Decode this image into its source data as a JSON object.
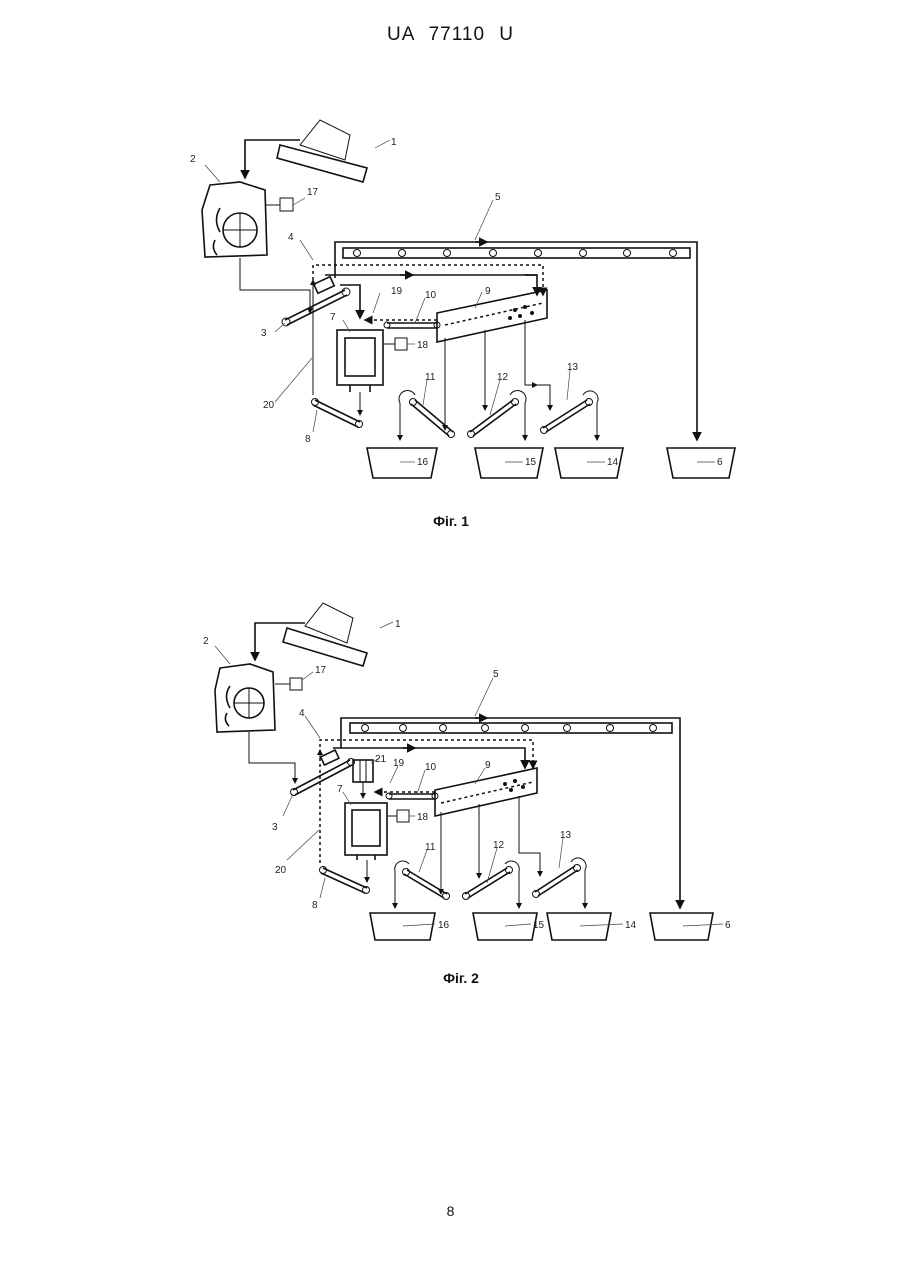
{
  "header": {
    "doc_number": "UA  77110  U"
  },
  "figure1": {
    "caption": "Фіг. 1",
    "labels": {
      "n1": "1",
      "n2": "2",
      "n3": "3",
      "n4": "4",
      "n5": "5",
      "n6": "6",
      "n7": "7",
      "n8": "8",
      "n9": "9",
      "n10": "10",
      "n11": "11",
      "n12": "12",
      "n13": "13",
      "n14": "14",
      "n15": "15",
      "n16": "16",
      "n17": "17",
      "n18": "18",
      "n19": "19",
      "n20": "20"
    }
  },
  "figure2": {
    "caption": "Фіг. 2",
    "labels": {
      "n1": "1",
      "n2": "2",
      "n3": "3",
      "n4": "4",
      "n5": "5",
      "n6": "6",
      "n7": "7",
      "n8": "8",
      "n9": "9",
      "n10": "10",
      "n11": "11",
      "n12": "12",
      "n13": "13",
      "n14": "14",
      "n15": "15",
      "n16": "16",
      "n17": "17",
      "n18": "18",
      "n19": "19",
      "n20": "20",
      "n21": "21"
    }
  },
  "footer": {
    "page_number": "8"
  }
}
